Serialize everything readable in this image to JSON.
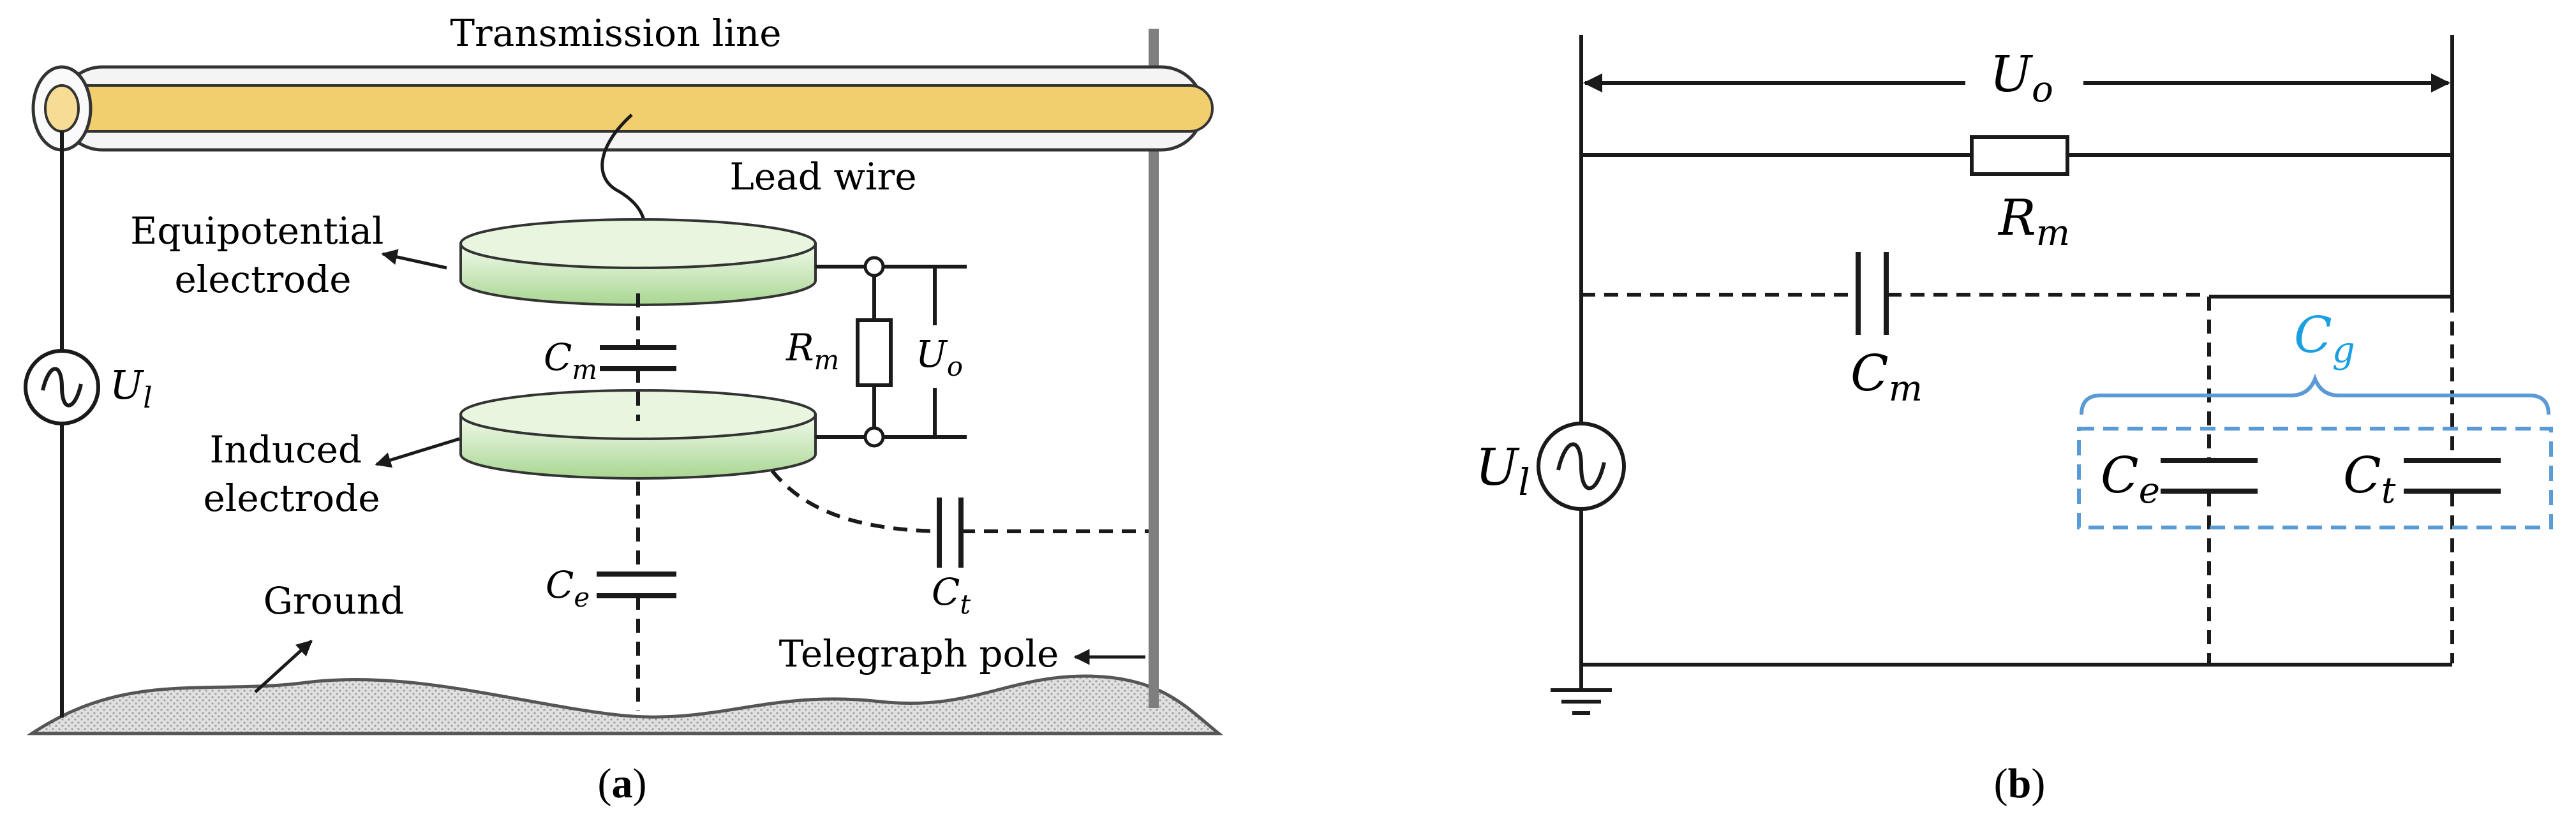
{
  "panel_a": {
    "caption_open": "(",
    "caption_letter": "a",
    "caption_close": ")",
    "transmission_line": "Transmission line",
    "lead_wire": "Lead wire",
    "equipotential_electrode_line1": "Equipotential",
    "equipotential_electrode_line2": "electrode",
    "induced_electrode_line1": "Induced",
    "induced_electrode_line2": "electrode",
    "ground": "Ground",
    "telegraph_pole": "Telegraph pole",
    "source": {
      "symbol": "U",
      "sub": "l"
    },
    "cap_m": {
      "symbol": "C",
      "sub": "m"
    },
    "cap_e": {
      "symbol": "C",
      "sub": "e"
    },
    "cap_t": {
      "symbol": "C",
      "sub": "t"
    },
    "res_m": {
      "symbol": "R",
      "sub": "m"
    },
    "volt_o": {
      "symbol": "U",
      "sub": "o"
    }
  },
  "panel_b": {
    "caption_open": "(",
    "caption_letter": "b",
    "caption_close": ")",
    "volt_o": {
      "symbol": "U",
      "sub": "o"
    },
    "res_m": {
      "symbol": "R",
      "sub": "m"
    },
    "cap_m": {
      "symbol": "C",
      "sub": "m"
    },
    "cap_g": {
      "symbol": "C",
      "sub": "g"
    },
    "cap_e": {
      "symbol": "C",
      "sub": "e"
    },
    "cap_t": {
      "symbol": "C",
      "sub": "t"
    },
    "source": {
      "symbol": "U",
      "sub": "l"
    }
  },
  "colors": {
    "conductor": "#f2cf6e",
    "sheath": "#efefef",
    "electrode_top": "#e6f5dd",
    "electrode_side": "#b9dfa6",
    "ground_fill": "#d8d8d8",
    "pole": "#808080",
    "cg_accent": "#1aa0e0",
    "cg_box": "#5b9bd5",
    "line": "#1a1a1a"
  }
}
